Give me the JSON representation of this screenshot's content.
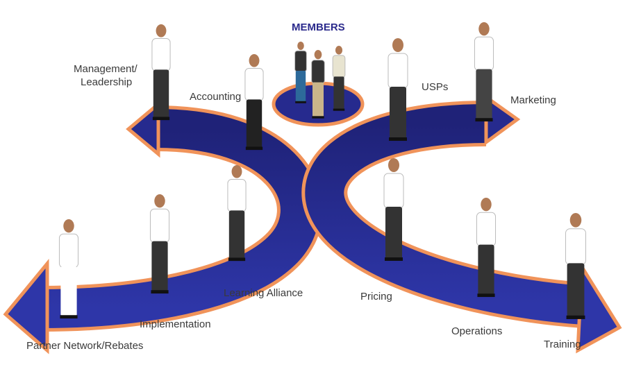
{
  "title": "MEMBERS",
  "labels": {
    "management": "Management/",
    "leadership": "Leadership",
    "accounting": "Accounting",
    "usps": "USPs",
    "marketing": "Marketing",
    "learning_alliance": "Learning Alliance",
    "implementation": "Implementation",
    "partner_network": "Partner Network/Rebates",
    "pricing": "Pricing",
    "operations": "Operations",
    "training": "Training"
  },
  "colors": {
    "arrow_fill": "#262a8e",
    "arrow_outline": "#f0935a",
    "text": "#3a3a3a",
    "title": "#2b2a8c"
  }
}
